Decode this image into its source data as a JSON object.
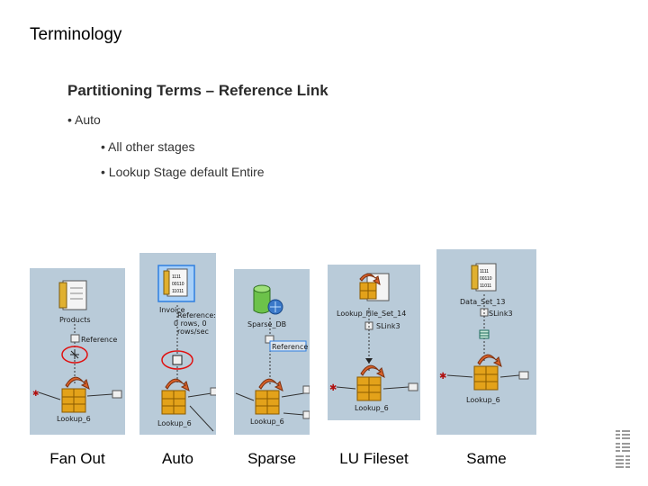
{
  "slide": {
    "title": "Terminology"
  },
  "section": {
    "heading": "Partitioning Terms – Reference Link",
    "bullets": [
      "Auto",
      "All other stages",
      "Lookup Stage default Entire"
    ]
  },
  "panels": [
    {
      "caption": "Fan Out",
      "labels": {
        "source": "Products",
        "link": "Reference",
        "stage": "Lookup_6"
      },
      "link_icon": "fan-out-partition-icon"
    },
    {
      "caption": "Auto",
      "labels": {
        "source": "Invoice",
        "link": "Reference:",
        "rows": "0 rows, 0",
        "rate": "rows/sec",
        "stage": "Lookup_6"
      },
      "link_icon": "auto-partition-icon"
    },
    {
      "caption": "Sparse",
      "labels": {
        "source": "Sparse_DB",
        "link": "Reference",
        "stage": "Lookup_6"
      },
      "link_icon": "sparse-lookup-icon"
    },
    {
      "caption": "LU Fileset",
      "labels": {
        "source": "Lookup_File_Set_14",
        "link": "SLink3",
        "stage": "Lookup_6"
      },
      "link_icon": "lookup-fileset-icon"
    },
    {
      "caption": "Same",
      "labels": {
        "source": "Data_Set_13",
        "link": "SLink3",
        "stage": "Lookup_6"
      },
      "link_icon": "same-partition-icon"
    }
  ],
  "colors": {
    "panel_bg": "#b9cbd9",
    "highlight_circle": "#e01010",
    "lookup_stage": "#e3a21a",
    "lookup_arrow": "#d9612a"
  }
}
